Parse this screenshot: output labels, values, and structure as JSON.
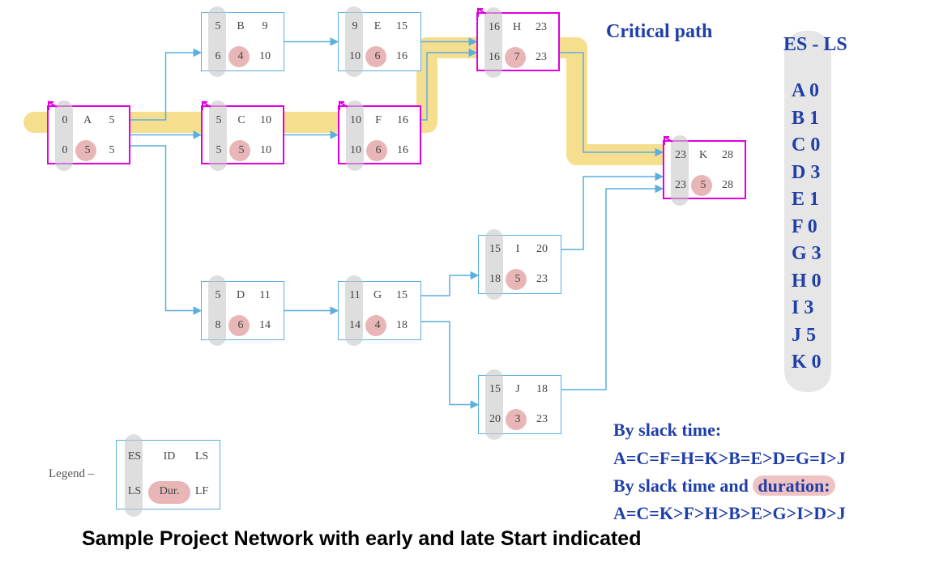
{
  "nodes": [
    {
      "id": "A",
      "es": "0",
      "ls": "0",
      "ef": "5",
      "lf": "5",
      "dur": "5",
      "critical": true
    },
    {
      "id": "B",
      "es": "5",
      "ls": "6",
      "ef": "9",
      "lf": "10",
      "dur": "4",
      "critical": false
    },
    {
      "id": "C",
      "es": "5",
      "ls": "5",
      "ef": "10",
      "lf": "10",
      "dur": "5",
      "critical": true
    },
    {
      "id": "D",
      "es": "5",
      "ls": "8",
      "ef": "11",
      "lf": "14",
      "dur": "6",
      "critical": false
    },
    {
      "id": "E",
      "es": "9",
      "ls": "10",
      "ef": "15",
      "lf": "16",
      "dur": "6",
      "critical": false
    },
    {
      "id": "F",
      "es": "10",
      "ls": "10",
      "ef": "16",
      "lf": "16",
      "dur": "6",
      "critical": true
    },
    {
      "id": "G",
      "es": "11",
      "ls": "14",
      "ef": "15",
      "lf": "18",
      "dur": "4",
      "critical": false
    },
    {
      "id": "H",
      "es": "16",
      "ls": "16",
      "ef": "23",
      "lf": "23",
      "dur": "7",
      "critical": true
    },
    {
      "id": "I",
      "es": "15",
      "ls": "18",
      "ef": "20",
      "lf": "23",
      "dur": "5",
      "critical": false
    },
    {
      "id": "J",
      "es": "15",
      "ls": "20",
      "ef": "18",
      "lf": "23",
      "dur": "3",
      "critical": false
    },
    {
      "id": "K",
      "es": "23",
      "ls": "23",
      "ef": "28",
      "lf": "28",
      "dur": "5",
      "critical": true
    }
  ],
  "edges": [
    [
      "A",
      "B"
    ],
    [
      "A",
      "C"
    ],
    [
      "A",
      "D"
    ],
    [
      "B",
      "E"
    ],
    [
      "C",
      "F"
    ],
    [
      "D",
      "G"
    ],
    [
      "E",
      "H"
    ],
    [
      "F",
      "H"
    ],
    [
      "G",
      "I"
    ],
    [
      "G",
      "J"
    ],
    [
      "H",
      "K"
    ],
    [
      "I",
      "K"
    ],
    [
      "J",
      "K"
    ]
  ],
  "legend": {
    "label": "Legend –",
    "es": "ES",
    "id": "ID",
    "ls_top": "LS",
    "ls": "LS",
    "dur": "Dur.",
    "lf": "LF"
  },
  "critical_path_label": "Critical path",
  "slack_header": "ES - LS",
  "slack_list": [
    "A 0",
    "B 1",
    "C 0",
    "D 3",
    "E 1",
    "F 0",
    "G 3",
    "H 0",
    "I 3",
    "J 5",
    "K 0"
  ],
  "by_slack_title": "By slack time:",
  "by_slack_order": "A=C=F=H=K>B=E>D=G=I>J",
  "by_slack_dur_title_a": "By slack time and ",
  "by_slack_dur_title_b": "duration:",
  "by_slack_dur_order": "A=C=K>F>H>B>E>G>I>D>J",
  "footer": "Sample Project Network with early and late Start indicated",
  "colors": {
    "edge": "#5aaee0",
    "critical_border": "#e000e0",
    "highlight": "#f3d87a",
    "duration_dot": "#e8b6b6",
    "text_blue": "#1f3ea8"
  }
}
